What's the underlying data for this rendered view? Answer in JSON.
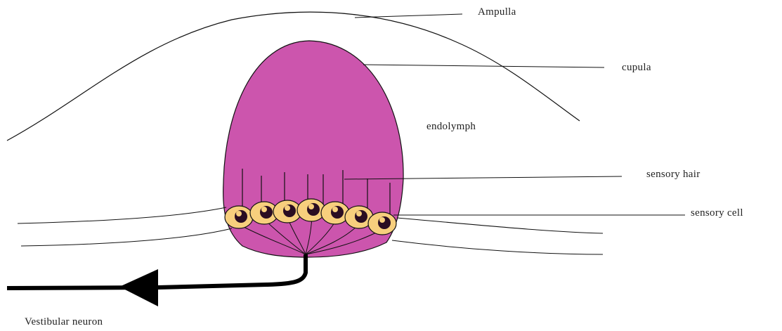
{
  "labels": {
    "ampulla": "Ampulla",
    "cupula": "cupula",
    "endolymph": "endolymph",
    "sensory_hair": "sensory hair",
    "sensory_cell": "sensory cell",
    "vestibular_neuron": "Vestibular neuron"
  },
  "colors": {
    "cupula_fill": "#cc55ad",
    "cell_fill": "#f7cf7d",
    "nucleus_fill": "#2a0d22",
    "line": "#111111",
    "background": "#ffffff"
  }
}
